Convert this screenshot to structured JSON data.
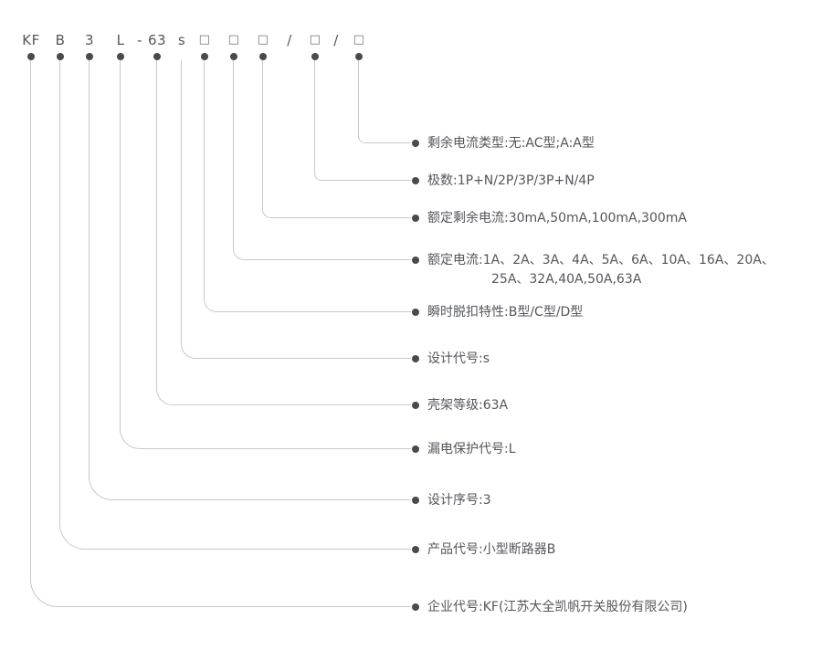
{
  "colors": {
    "text": "#54565a",
    "line": "#c9c9c9",
    "dot": "#494a4c",
    "bg": "#ffffff"
  },
  "model_code": {
    "parts": [
      {
        "symbol": "KF",
        "label": "企业代号:KF(江苏大全凯帆开关股份有限公司)"
      },
      {
        "symbol": "B",
        "label": "产品代号:小型断路器B"
      },
      {
        "symbol": "3",
        "label": "设计序号:3"
      },
      {
        "symbol": "L",
        "label": "漏电保护代号:L"
      },
      {
        "symbol": "63",
        "label": "壳架等级:63A"
      },
      {
        "symbol": "s",
        "label": "设计代号:s"
      },
      {
        "symbol": "□",
        "label": "瞬时脱扣特性:B型/C型/D型"
      },
      {
        "symbol": "□",
        "label": "额定电流:1A、2A、3A、4A、5A、6A、10A、16A、20A、",
        "label_line2": "25A、32A,40A,50A,63A"
      },
      {
        "symbol": "□",
        "label": "额定剩余电流:30mA,50mA,100mA,300mA"
      },
      {
        "symbol": "□",
        "label": "极数:1P+N/2P/3P/3P+N/4P"
      },
      {
        "symbol": "□",
        "label": "剩余电流类型:无:AC型;A:A型"
      }
    ],
    "separators": [
      {
        "char": "-"
      },
      {
        "char": "/"
      },
      {
        "char": "/"
      }
    ]
  }
}
